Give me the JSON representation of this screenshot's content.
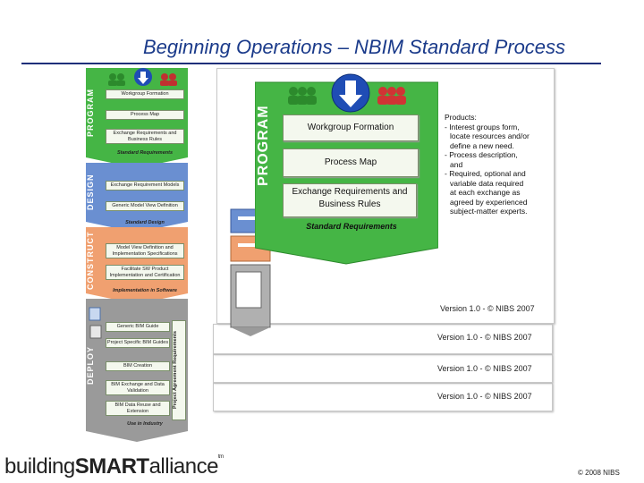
{
  "title": "Beginning Operations – NBIM Standard Process",
  "phases": {
    "program": {
      "label": "PROGRAM",
      "color": "#45b545",
      "boxes": [
        "Workgroup Formation",
        "Process Map",
        "Exchange Requirements and Business Rules"
      ],
      "footer": "Standard Requirements"
    },
    "design": {
      "label": "DESIGN",
      "color": "#6a8fd1",
      "boxes": [
        "Exchange Requirement Models",
        "Generic Model View Definition"
      ],
      "footer": "Standard Design"
    },
    "construct": {
      "label": "CONSTRUCT",
      "color": "#f0a070",
      "boxes": [
        "Model View Definition and Implementation Specifications",
        "Facilitate SW Product Implementation and Certification"
      ],
      "footer": "Implementation in Software"
    },
    "deploy": {
      "label": "DEPLOY",
      "color": "#9a9a9a",
      "boxes": [
        "Generic BIM Guide",
        "Project Specific BIM Guides",
        "BIM Creation",
        "BIM Exchange and Data Validation",
        "BIM Data Reuse and Extension"
      ],
      "side_label": "Project Agreement Requirements",
      "footer": "Use in Industry"
    }
  },
  "detail": {
    "program_label": "PROGRAM",
    "boxes": [
      "Workgroup Formation",
      "Process Map",
      "Exchange Requirements and Business Rules"
    ],
    "footer": "Standard Requirements",
    "products_title": "Products:",
    "products_lines": [
      "- Interest groups form,",
      "  locate resources and/or",
      "  define a new need.",
      "- Process description,",
      "  and",
      "- Required, optional and",
      "  variable data required",
      "  at each exchange as",
      "  agreed by experienced",
      "  subject-matter experts."
    ]
  },
  "versions": [
    "Version 1.0 - © NIBS 2007",
    "Version 1.0 - © NIBS 2007",
    "Version 1.0 - © NIBS 2007",
    "Version 1.0 - © NIBS 2007"
  ],
  "logo": {
    "part1": "building",
    "part2": "SMART",
    "part3": "alliance",
    "tm": "tm"
  },
  "copyright": "© 2008 NIBS"
}
